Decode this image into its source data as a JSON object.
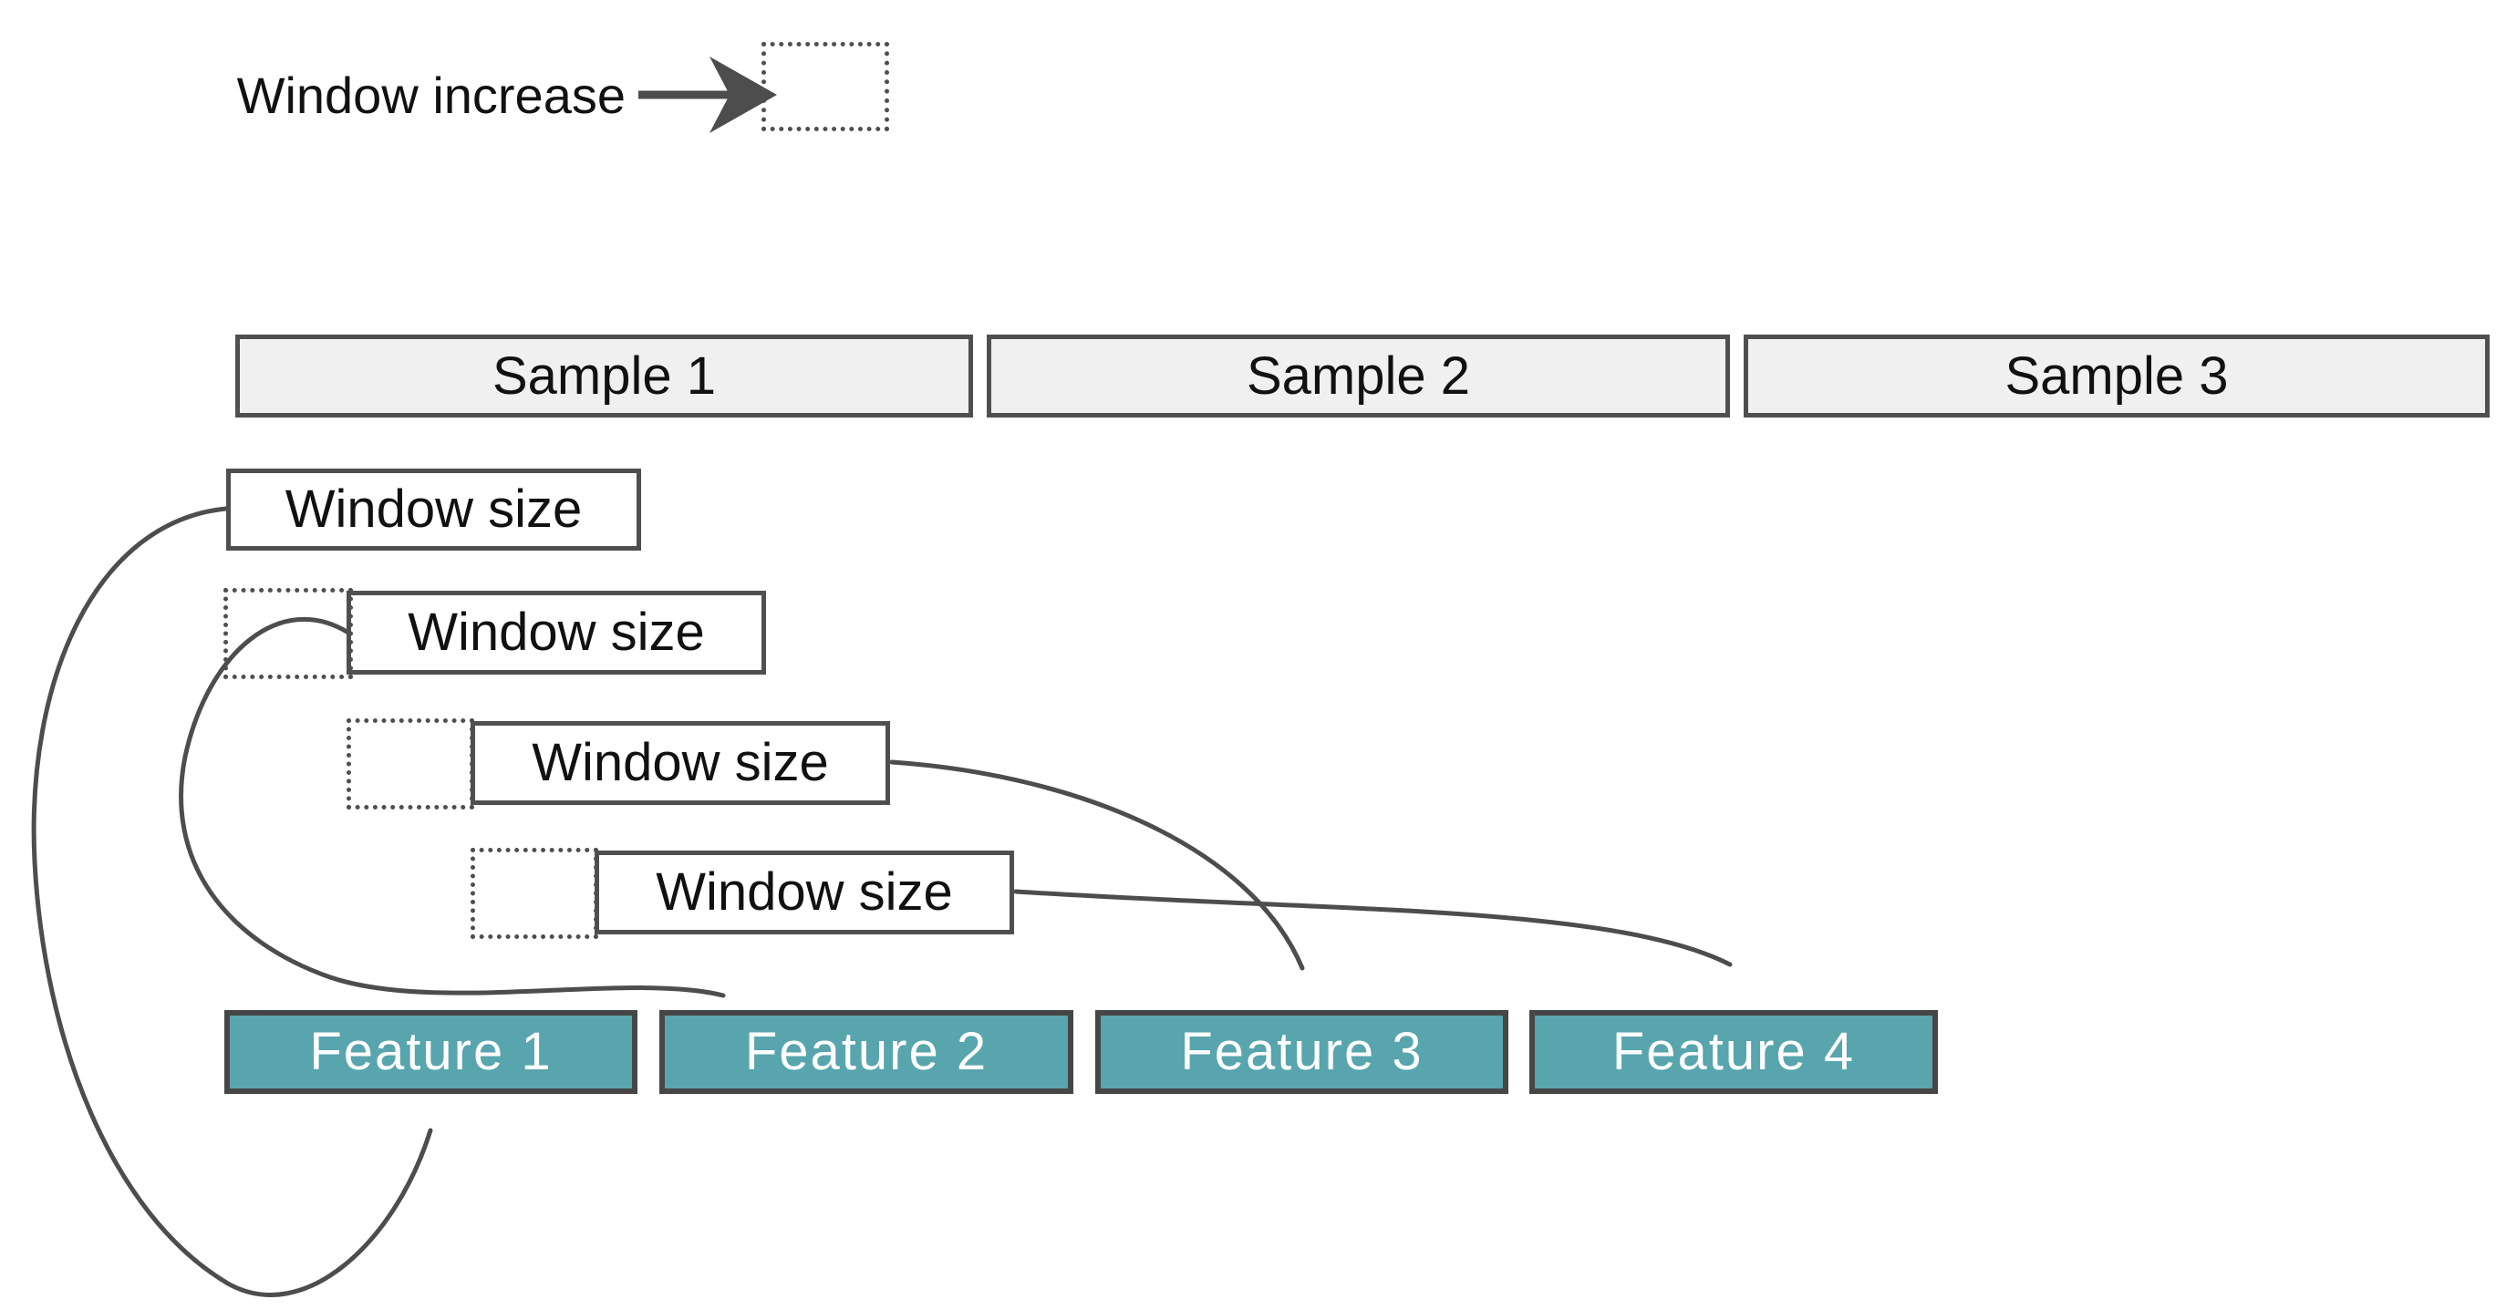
{
  "legend": {
    "label": "Window increase"
  },
  "samples": [
    {
      "label": "Sample 1"
    },
    {
      "label": "Sample 2"
    },
    {
      "label": "Sample 3"
    }
  ],
  "windows": [
    {
      "label": "Window size"
    },
    {
      "label": "Window size"
    },
    {
      "label": "Window size"
    },
    {
      "label": "Window size"
    }
  ],
  "features": [
    {
      "label": "Feature 1"
    },
    {
      "label": "Feature 2"
    },
    {
      "label": "Feature 3"
    },
    {
      "label": "Feature 4"
    }
  ],
  "colors": {
    "background": "#ffffff",
    "text": "#111111",
    "box_border": "#4f4f4f",
    "sample_fill": "#f0f0f0",
    "window_fill": "#ffffff",
    "feature_fill": "#58a5ae",
    "feature_text": "#ffffff",
    "connector": "#4d4d4d"
  }
}
